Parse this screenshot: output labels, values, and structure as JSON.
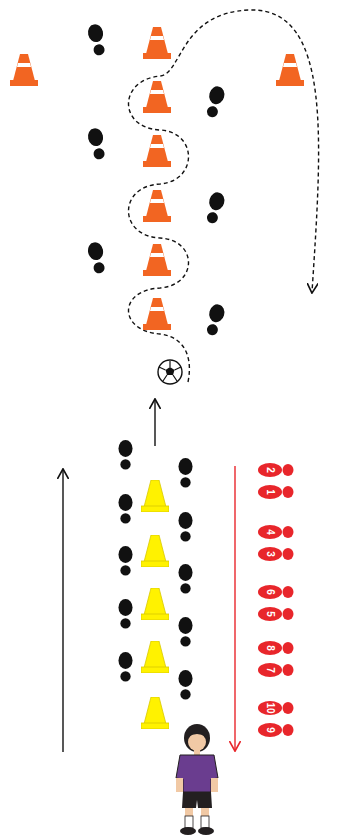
{
  "diagram": {
    "labels": [
      "2",
      "1",
      "4",
      "3",
      "6",
      "5",
      "8",
      "7",
      "10",
      "9"
    ]
  }
}
